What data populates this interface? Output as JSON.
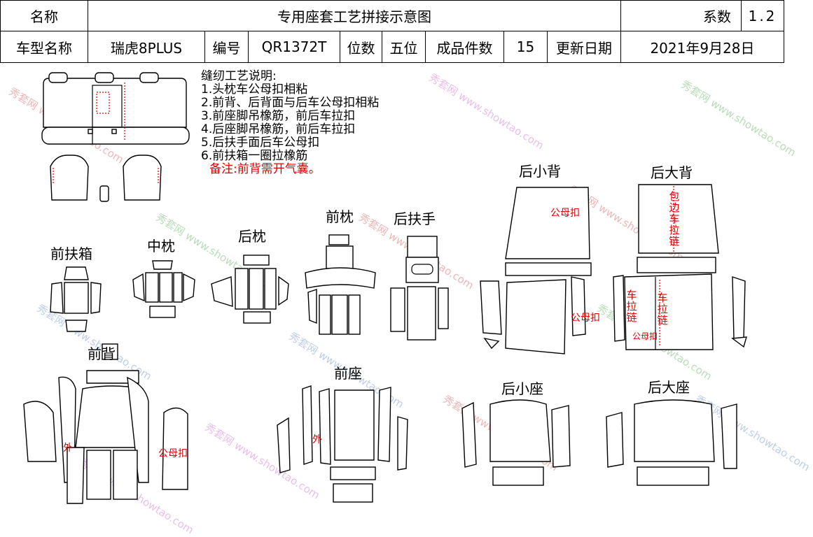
{
  "header": {
    "name_label": "名称",
    "doc_title": "专用座套工艺拼接示意图",
    "coef_label": "系数",
    "coef_value": "1.2",
    "model_label": "车型名称",
    "model_value": "瑞虎8PLUS",
    "code_label": "编号",
    "code_value": "QR1372T",
    "seats_label": "位数",
    "seats_value": "五位",
    "pieces_label": "成品件数",
    "pieces_value": "15",
    "date_label": "更新日期",
    "date_value": "2021年9月28日"
  },
  "notes": {
    "title": "缝纫工艺说明:",
    "items": [
      "1.头枕车公母扣相粘",
      "2.前背、后背面与后车公母扣相粘",
      "3.前座脚吊橡筋，前后车拉扣",
      "4.后座脚吊橡筋，前后车拉扣",
      "5.后扶手面后车公母扣",
      "6.前扶箱一圈拉橡筋"
    ],
    "remark": "备注:前背需开气囊。"
  },
  "labels": {
    "front_armrest_box": "前扶箱",
    "middle_headrest": "中枕",
    "rear_headrest": "后枕",
    "front_headrest": "前枕",
    "rear_armrest": "后扶手",
    "rear_small_back": "后小背",
    "rear_large_back": "后大背",
    "front_back": "前背",
    "front_seat": "前座",
    "rear_small_seat": "后小座",
    "rear_large_seat": "后大座"
  },
  "annotations": {
    "snap_button": "公母扣",
    "outer": "外",
    "wrap_zipper": "包边车拉链",
    "zipper": "车拉链"
  },
  "watermark": {
    "brand": "秀套网",
    "site": "www.showtao.com"
  }
}
